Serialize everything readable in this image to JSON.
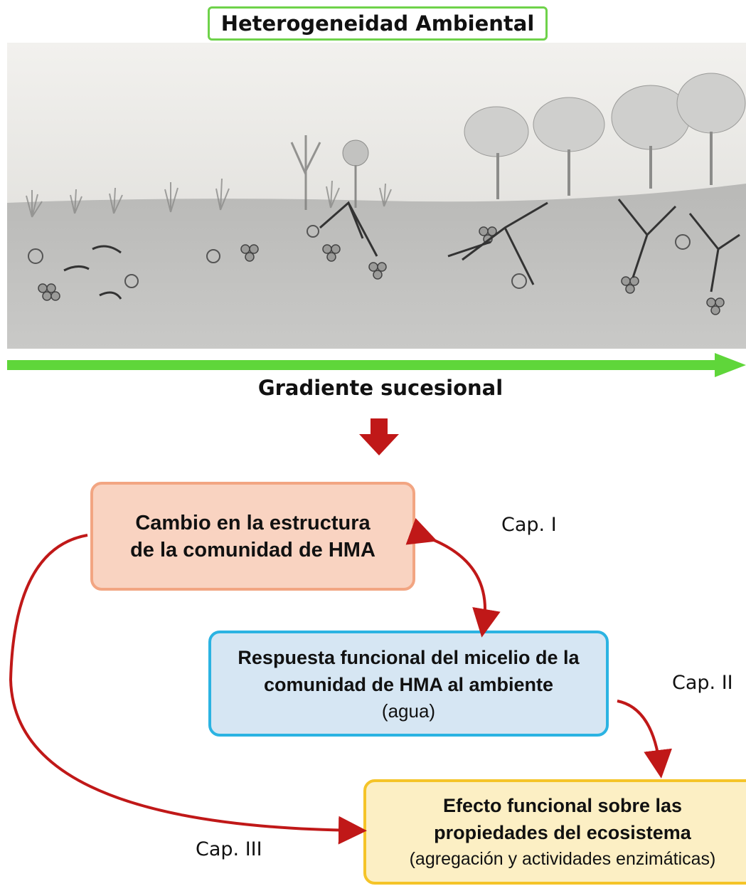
{
  "title": "Heterogeneidad Ambiental",
  "gradient_label": "Gradiente sucesional",
  "colors": {
    "gradient_arrow": "#5fd63a",
    "red_arrow": "#c01818",
    "box1_fill": "#f9d3c1",
    "box1_border": "#f2a582",
    "box2_fill": "#d6e6f3",
    "box2_border": "#2bb3e2",
    "box3_fill": "#fcefc4",
    "box3_border": "#f5c428"
  },
  "boxes": {
    "structure_change": {
      "line1": "Cambio en la estructura",
      "line2": "de la comunidad de HMA"
    },
    "functional_response": {
      "line1": "Respuesta funcional del micelio de la",
      "line2": "comunidad de HMA al ambiente",
      "sub": "(agua)"
    },
    "functional_effect": {
      "line1": "Efecto funcional sobre las",
      "line2": "propiedades del ecosistema",
      "sub": "(agregación y actividades enzimáticas)"
    }
  },
  "chapters": {
    "cap1": "Cap. I",
    "cap2": "Cap. II",
    "cap3": "Cap. III"
  }
}
